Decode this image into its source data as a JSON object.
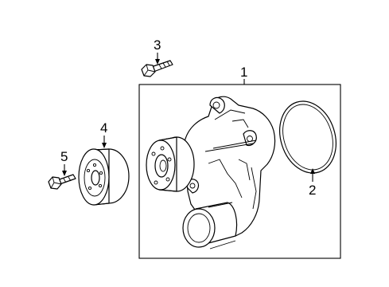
{
  "callouts": {
    "c1": "1",
    "c2": "2",
    "c3": "3",
    "c4": "4",
    "c5": "5"
  },
  "parts": [
    {
      "callout": "1",
      "part": "water-pump"
    },
    {
      "callout": "2",
      "part": "gasket-o-ring"
    },
    {
      "callout": "3",
      "part": "bolt"
    },
    {
      "callout": "4",
      "part": "pulley"
    },
    {
      "callout": "5",
      "part": "bolt"
    }
  ]
}
